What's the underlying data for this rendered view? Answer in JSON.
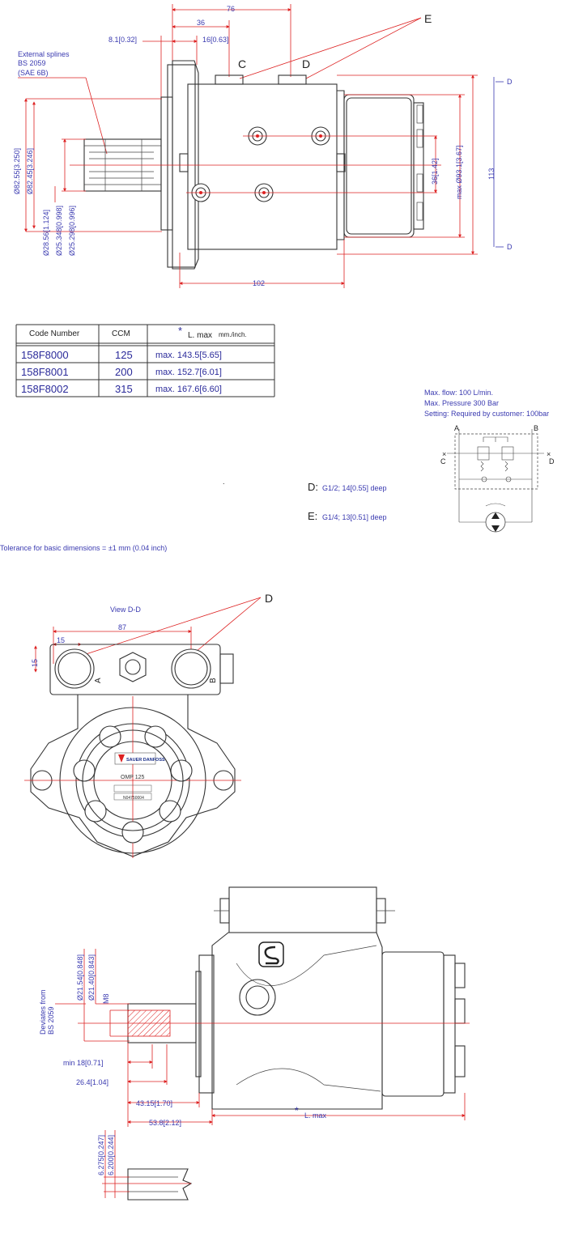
{
  "top_view": {
    "dim_76": "76",
    "dim_36": "36",
    "dim_16": "16[0.63]",
    "dim_8_1": "8.1[0.32]",
    "label_e": "E",
    "label_c": "C",
    "label_d": "D",
    "splines_line1": "External splines",
    "splines_line2": "BS 2059",
    "splines_line3": "(SAE 6B)",
    "dia_82_55": "Ø82.55[3.250]",
    "dia_82_45": "Ø82.45[3.246]",
    "dia_28_56": "Ø28.56[1.124]",
    "dia_25_348": "Ø25.348[0.998]",
    "dia_25_298": "Ø25.298[0.996]",
    "dim_36_142": "36[1.42]",
    "dim_max_93": "max Ø93.1[3.67]",
    "dim_113": "113",
    "dim_102": "102",
    "marker_d_top": "D",
    "marker_d_bottom": "D"
  },
  "table": {
    "headers": [
      "Code Number",
      "CCM",
      "*  L. max",
      "mm./inch."
    ],
    "header_star": "*",
    "header_lmax": "L. max",
    "header_units": "mm./inch.",
    "rows": [
      {
        "code": "158F8000",
        "ccm": "125",
        "lmax": "max. 143.5[5.65]"
      },
      {
        "code": "158F8001",
        "ccm": "200",
        "lmax": "max. 152.7[6.01]"
      },
      {
        "code": "158F8002",
        "ccm": "315",
        "lmax": "max. 167.6[6.60]"
      }
    ]
  },
  "specs": {
    "flow": "Max. flow: 100 L/min.",
    "pressure": "Max. Pressure 300 Bar",
    "setting": "Setting: Required by customer: 100bar"
  },
  "hydraulic": {
    "port_a": "A",
    "port_b": "B",
    "port_c": "C",
    "port_d": "D"
  },
  "ports": {
    "d_letter": "D:",
    "d_text": "G1/2; 14[0.55] deep",
    "e_letter": "E:",
    "e_text": "G1/4; 13[0.51] deep"
  },
  "tolerance": "Tolerance for basic dimensions = ±1 mm (0.04 inch)",
  "view_dd": {
    "title": "View D-D",
    "dim_87": "87",
    "dim_15_h": "15",
    "dim_15_v": "15",
    "label_d": "D",
    "label_a": "A",
    "label_b": "B",
    "brand": "SAUER DANFOSS",
    "model": "OMP 125",
    "serial": "N04750004"
  },
  "side_view": {
    "deviates_line1": "Deviates from",
    "deviates_line2": "BS 2059",
    "dia_21_54": "Ø21.54[0.848]",
    "dia_21_40": "Ø21.40[0.843]",
    "m8": "M8",
    "min_18": "min 18[0.71]",
    "dim_26_4": "26.4[1.04]",
    "dim_43_15": "43.15[1.70]",
    "dim_53_8": "53.8[2.12]",
    "lmax_star": "*",
    "lmax": "L. max",
    "key_6_275": "6.275[0.247]",
    "key_6_200": "6.200[0.244]"
  }
}
